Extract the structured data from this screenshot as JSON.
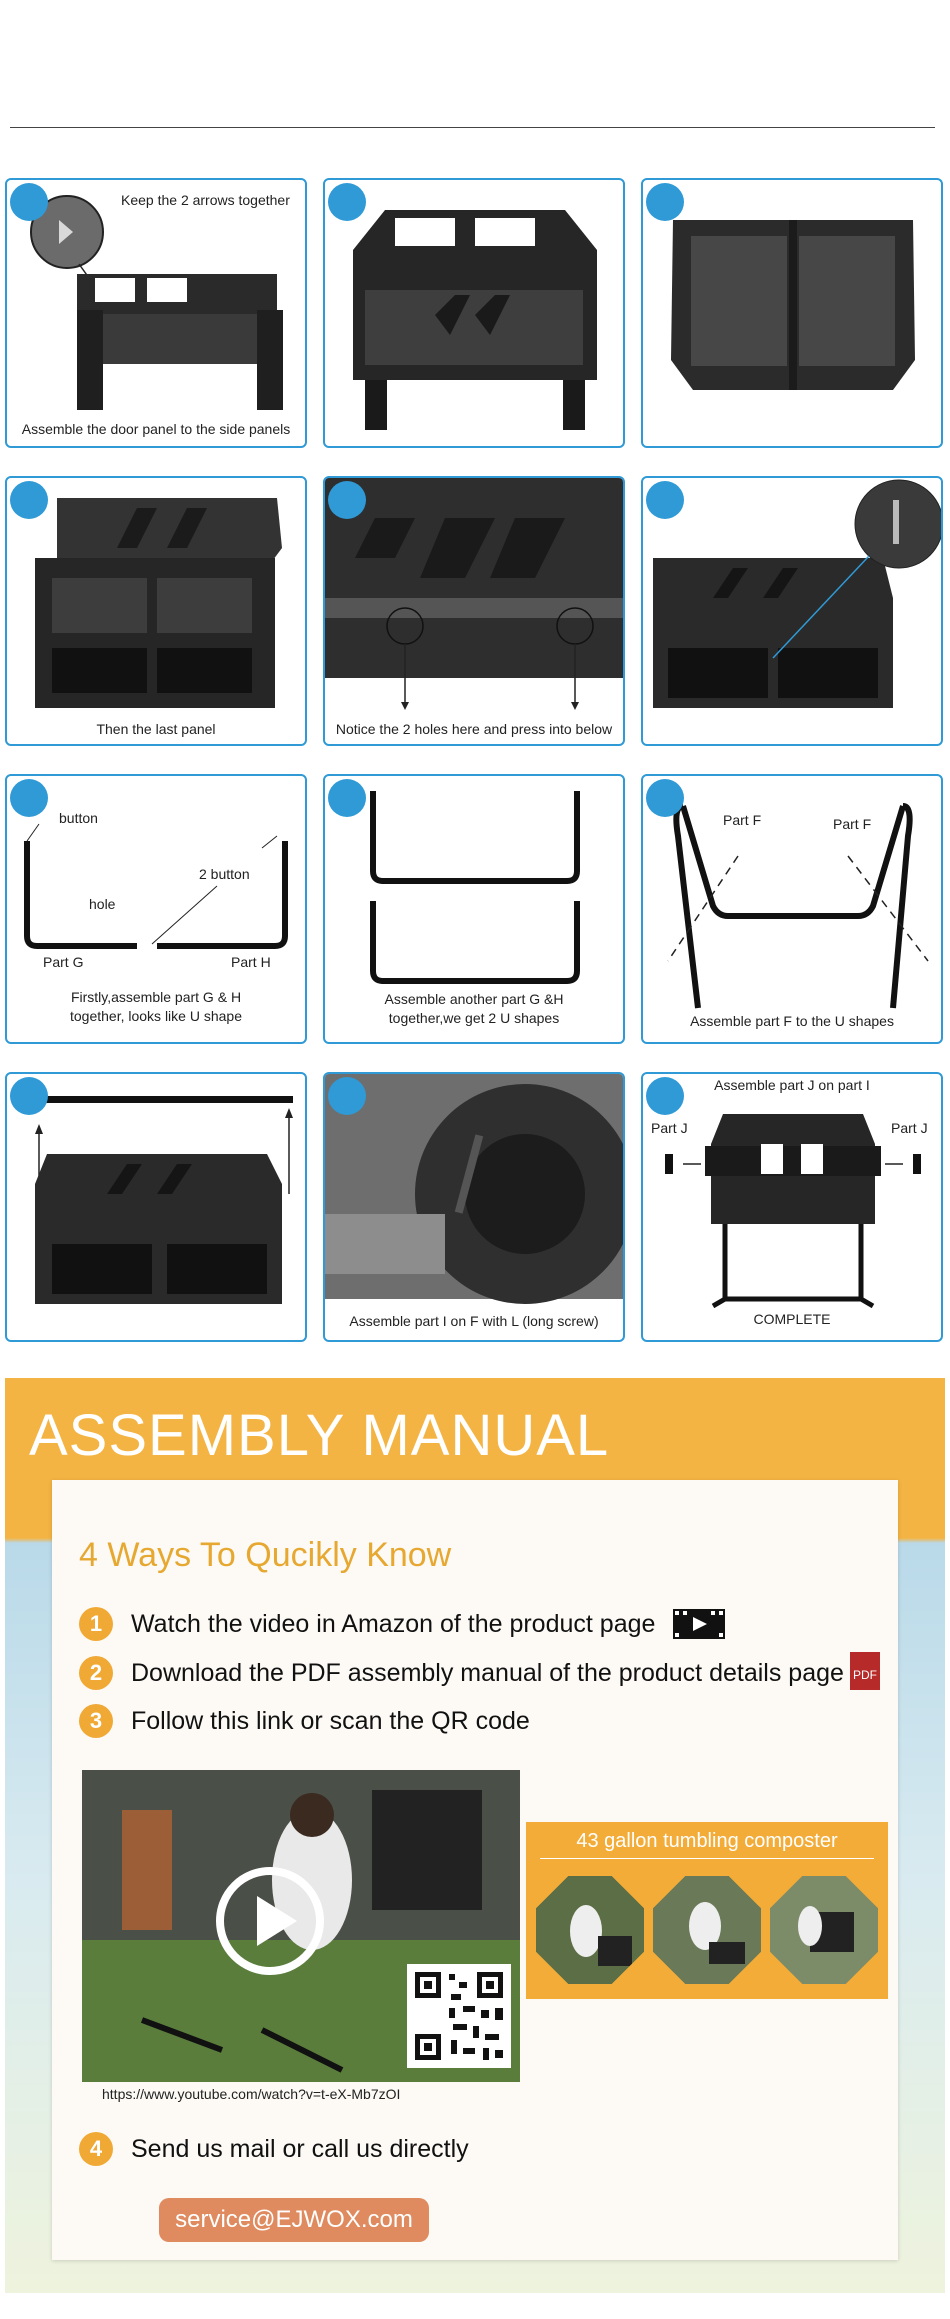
{
  "steps": [
    {
      "caption": "Assemble the door panel to the side panels",
      "label": "Keep the 2 arrows  together"
    },
    {
      "caption": ""
    },
    {
      "caption": ""
    },
    {
      "caption": "Then the last panel"
    },
    {
      "caption": "Notice the 2 holes here and press into below"
    },
    {
      "caption": ""
    },
    {
      "caption_line1": "Firstly,assemble part G & H",
      "caption_line2": "together, looks like U shape",
      "labels": {
        "button": "button",
        "two_button": "2 button",
        "hole": "hole",
        "part_g": "Part G",
        "part_h": "Part H"
      }
    },
    {
      "caption_line1": "Assemble another part G &H",
      "caption_line2": "together,we get 2 U shapes"
    },
    {
      "caption": "Assemble part F to the U shapes",
      "labels": {
        "part_f_left": "Part F",
        "part_f_right": "Part F"
      }
    },
    {
      "caption": ""
    },
    {
      "caption": "Assemble part I on F with L  (long screw)"
    },
    {
      "caption": "COMPLETE",
      "top_label": "Assemble part J on part I",
      "labels": {
        "part_j_left": "Part J",
        "part_j_right": "Part J"
      }
    }
  ],
  "manual": {
    "title": "ASSEMBLY MANUAL",
    "heading": "4 Ways To Qucikly Know",
    "ways": [
      {
        "num": "1",
        "text": "Watch the video in Amazon of the product page"
      },
      {
        "num": "2",
        "text": "Download the PDF assembly manual of the product details page"
      },
      {
        "num": "3",
        "text": "Follow this link or scan the QR code"
      },
      {
        "num": "4",
        "text": "Send us mail or call us directly"
      }
    ],
    "pdf_label": "PDF",
    "video_url": "https://www.youtube.com/watch?v=t-eX-Mb7zOI",
    "promo_title": "43 gallon tumbling composter",
    "email": "service@EJWOX.com"
  },
  "colors": {
    "accent_blue": "#2f9ad6",
    "accent_orange": "#f4b443",
    "email_button": "#df8b5f"
  }
}
